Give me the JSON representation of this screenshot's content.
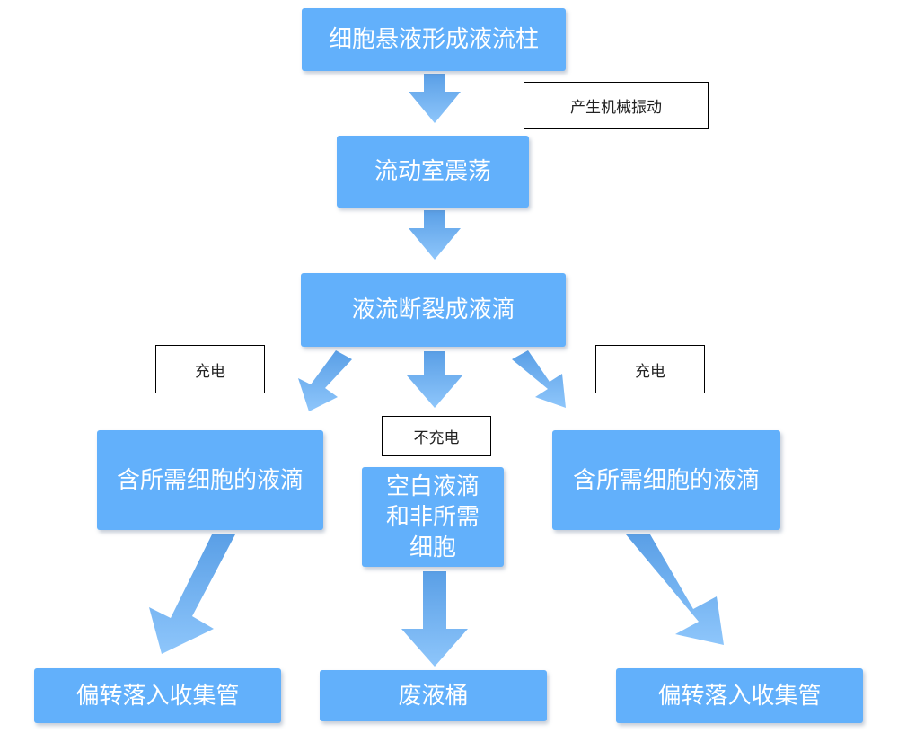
{
  "colors": {
    "box_fill": "#62b0fb",
    "arrow_fill": "#6aaef0",
    "box_text": "#ffffff",
    "note_border": "#000000"
  },
  "nodes": {
    "stream": "细胞悬液形成液流柱",
    "chamber": "流动室震荡",
    "break": "液流断裂成液滴",
    "left_cells": "含所需细胞的液滴",
    "center_blank_line1": "空白液滴",
    "center_blank_line2": "和非所需",
    "center_blank_line3": "细胞",
    "right_cells": "含所需细胞的液滴",
    "left_tube": "偏转落入收集管",
    "waste": "废液桶",
    "right_tube": "偏转落入收集管"
  },
  "notes": {
    "vibration": "产生机械振动",
    "charge_left": "充电",
    "no_charge": "不充电",
    "charge_right": "充电"
  },
  "icons": {
    "arrow": "down-arrow-icon"
  }
}
